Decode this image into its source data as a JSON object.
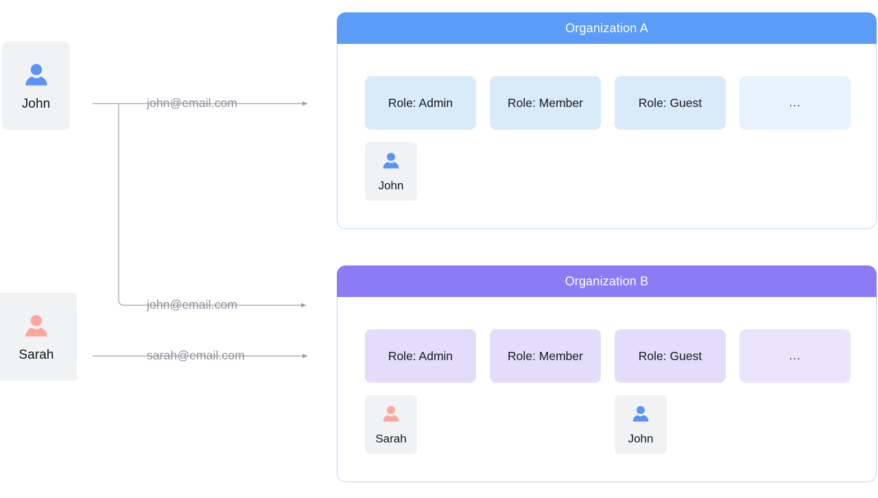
{
  "people": [
    {
      "id": "john",
      "name": "John",
      "avatar_icon": "user-avatar-icon",
      "color": "#5a93f5"
    },
    {
      "id": "sarah",
      "name": "Sarah",
      "avatar_icon": "user-avatar-icon",
      "color": "#fba79c"
    }
  ],
  "connections": [
    {
      "id": "john-to-org-a",
      "email": "john@email.com",
      "from": "John",
      "to": "Organization A"
    },
    {
      "id": "john-to-org-b",
      "email": "john@email.com",
      "from": "John",
      "to": "Organization B"
    },
    {
      "id": "sarah-to-org-b",
      "email": "sarah@email.com",
      "from": "Sarah",
      "to": "Organization B"
    }
  ],
  "organizations": [
    {
      "id": "org-a",
      "title": "Organization A",
      "header_color": "#5a9cf8",
      "border_color": "#bcd8f7",
      "chip_color": "#d9eaf9",
      "chip_more_color": "#e6f2fc",
      "roles": [
        "Role: Admin",
        "Role: Member",
        "Role: Guest",
        "..."
      ],
      "members": [
        {
          "name": "John",
          "avatar_icon": "user-avatar-icon",
          "color": "#5a93f5",
          "slot": 0
        }
      ]
    },
    {
      "id": "org-b",
      "title": "Organization B",
      "header_color": "#8b7cf6",
      "border_color": "#cfc8f5",
      "chip_color": "#e3dcfa",
      "chip_more_color": "#eae4fc",
      "roles": [
        "Role: Admin",
        "Role: Member",
        "Role: Guest",
        "..."
      ],
      "members": [
        {
          "name": "Sarah",
          "avatar_icon": "user-avatar-icon",
          "color": "#fba79c",
          "slot": 0
        },
        {
          "name": "John",
          "avatar_icon": "user-avatar-icon",
          "color": "#5a93f5",
          "slot": 2
        }
      ]
    }
  ],
  "colors": {
    "background": "#ffffff",
    "card_gray": "#f1f2f4",
    "wire_gray": "#9aa0a8",
    "email_text": "#8a8f98",
    "name_text": "#14161a"
  }
}
